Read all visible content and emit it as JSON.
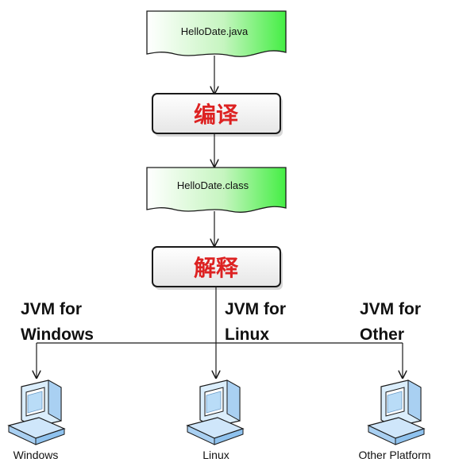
{
  "source_file": {
    "label": "HelloDate.java"
  },
  "compile_step": {
    "label": "编译"
  },
  "class_file": {
    "label": "HelloDate.class"
  },
  "interpret_step": {
    "label": "解释"
  },
  "jvms": [
    {
      "line1": "JVM for",
      "line2": "Windows",
      "platform": "Windows"
    },
    {
      "line1": "JVM for",
      "line2": "Linux",
      "platform": "Linux"
    },
    {
      "line1": "JVM for",
      "line2": "Other",
      "platform": "Other Platform"
    }
  ],
  "colors": {
    "doc_green": "#44ee44",
    "process_text": "#dd2222",
    "computer_blue": "#b9dcf7",
    "outline": "#1a1a1a"
  }
}
